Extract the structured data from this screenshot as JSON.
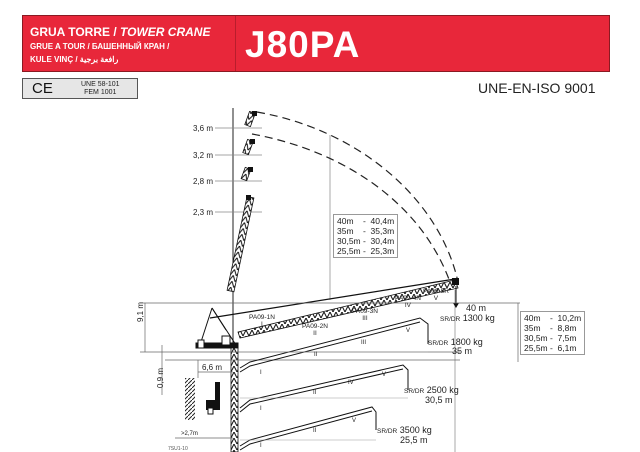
{
  "header": {
    "title_es": "GRUA TORRE / ",
    "title_en": "TOWER CRANE",
    "subtitle_fr_ru": "GRUE A TOUR / БАШЕННЫЙ КРАН /",
    "subtitle_tr_ar": "KULE VINÇ / رافعة برجية",
    "model": "J80PA",
    "banner_color": "#e8273a"
  },
  "certification": {
    "ce_mark": "CE",
    "standard_1": "UNE 58-101",
    "standard_2": "FEM 1001",
    "iso": "UNE-EN-ISO 9001"
  },
  "diagram": {
    "luffing_heights": [
      "3,6  m",
      "3,2  m",
      "2,8  m",
      "2,3  m"
    ],
    "jib_height_table": [
      "40m    -  40,4m",
      "35m    -  35,3m",
      "30,5m -  30,4m",
      "25,5m -  25,3m"
    ],
    "tower_height_table": [
      "40m    -  10,2m",
      "35m    -  8,8m",
      "30,5m -  7,5m",
      "25,5m -  6,1m"
    ],
    "jib_sections": [
      "PA09-1N",
      "PA09-2N",
      "PA09-3N",
      "PA09-4N",
      "PA09-5R"
    ],
    "section_roman": [
      "I",
      "II",
      "III",
      "IV",
      "V"
    ],
    "dimensions": {
      "height_top": "9,1  m",
      "height_base": "0,9  m",
      "counter_jib": "6,6  m",
      "clearance": ">2,7m",
      "footer_code": "7SU1-10"
    },
    "loads": [
      {
        "label": "SR/DR",
        "load": "1300 kg",
        "radius": "40  m"
      },
      {
        "label": "SR/DR",
        "load": "1800 kg",
        "radius": "35  m"
      },
      {
        "label": "SR/DR",
        "load": "2500 kg",
        "radius": "30,5  m"
      },
      {
        "label": "SR/DR",
        "load": "3500 kg",
        "radius": "25,5  m"
      }
    ]
  }
}
